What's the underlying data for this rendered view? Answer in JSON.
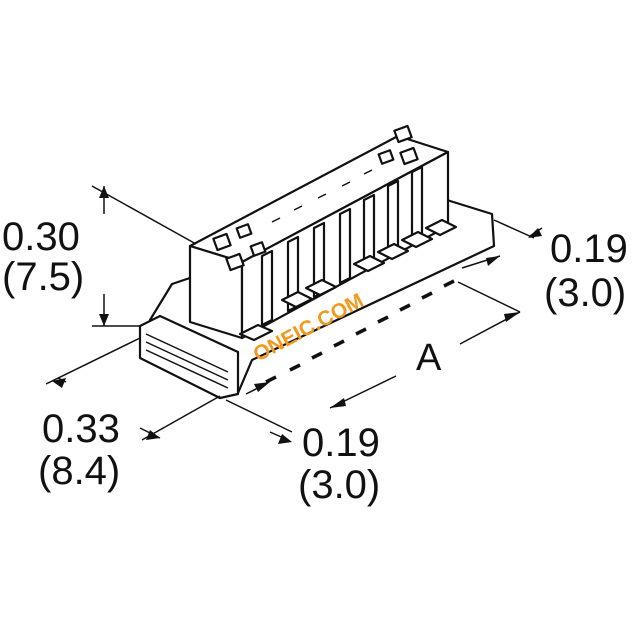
{
  "dimensions": {
    "height": {
      "inch": "0.30",
      "mm": "(7.5)"
    },
    "depth": {
      "inch": "0.33",
      "mm": "(8.4)"
    },
    "pitch_front": {
      "inch": "0.19",
      "mm": "(3.0)"
    },
    "pitch_right": {
      "inch": "0.19",
      "mm": "(3.0)"
    },
    "length_label": "A"
  },
  "watermark": "ONEIC.COM",
  "colors": {
    "line": "#111111",
    "background": "#ffffff",
    "watermark": "#f29a1e"
  }
}
